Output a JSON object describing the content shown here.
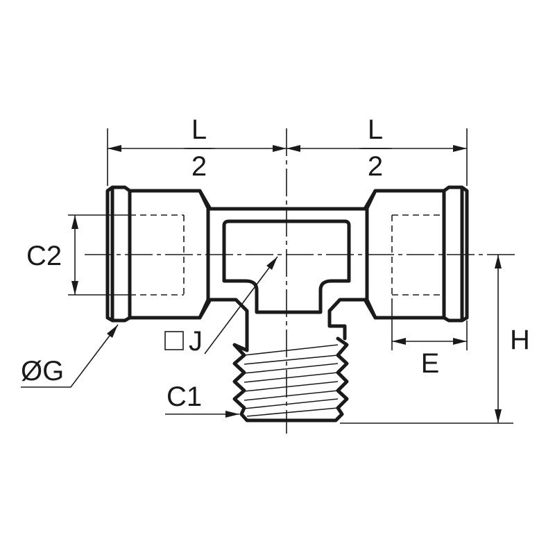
{
  "labels": {
    "length_numerator_left": "L",
    "length_denominator_left": "2",
    "length_numerator_right": "L",
    "length_denominator_right": "2",
    "c2": "C2",
    "c1": "C1",
    "e": "E",
    "h": "H",
    "diameter_g": "ØG",
    "wrench_j": "J"
  },
  "colors": {
    "line": "#1a1a1a",
    "background": "#ffffff"
  }
}
